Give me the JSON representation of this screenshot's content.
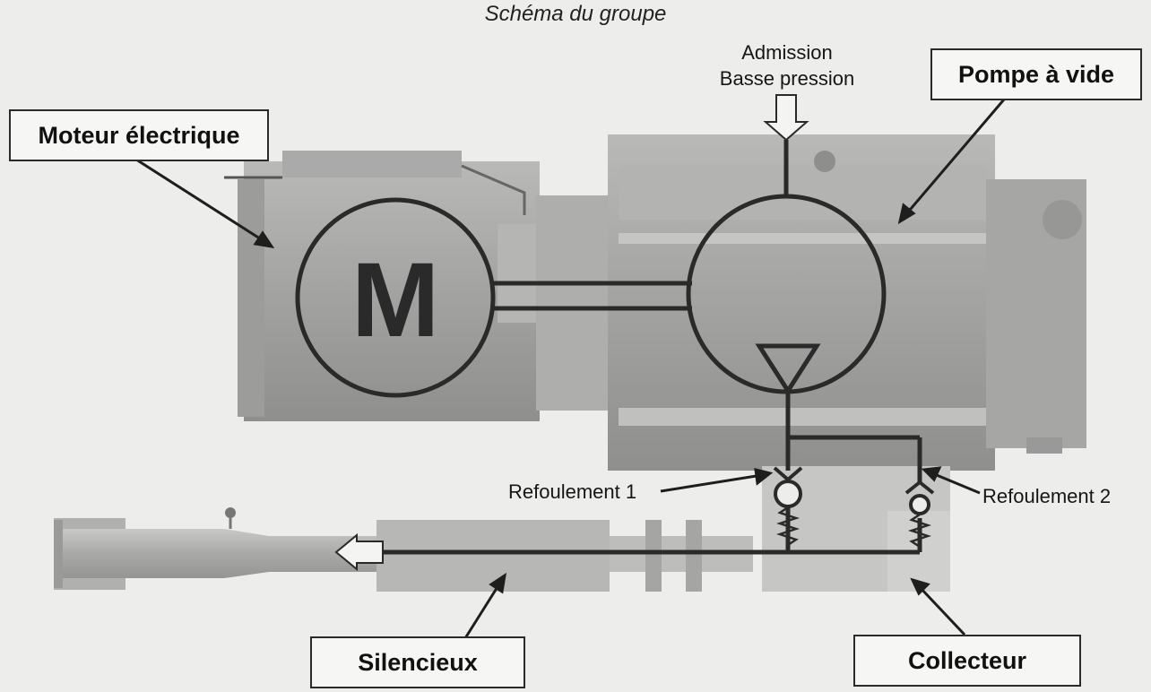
{
  "diagram": {
    "title": "Schéma du groupe",
    "motor_symbol": "M",
    "callouts": {
      "motor": "Moteur électrique",
      "pump": "Pompe à vide",
      "silencer": "Silencieux",
      "collector": "Collecteur"
    },
    "labels": {
      "intake_line1": "Admission",
      "intake_line2": "Basse pression",
      "discharge1": "Refoulement 1",
      "discharge2": "Refoulement 2"
    }
  }
}
